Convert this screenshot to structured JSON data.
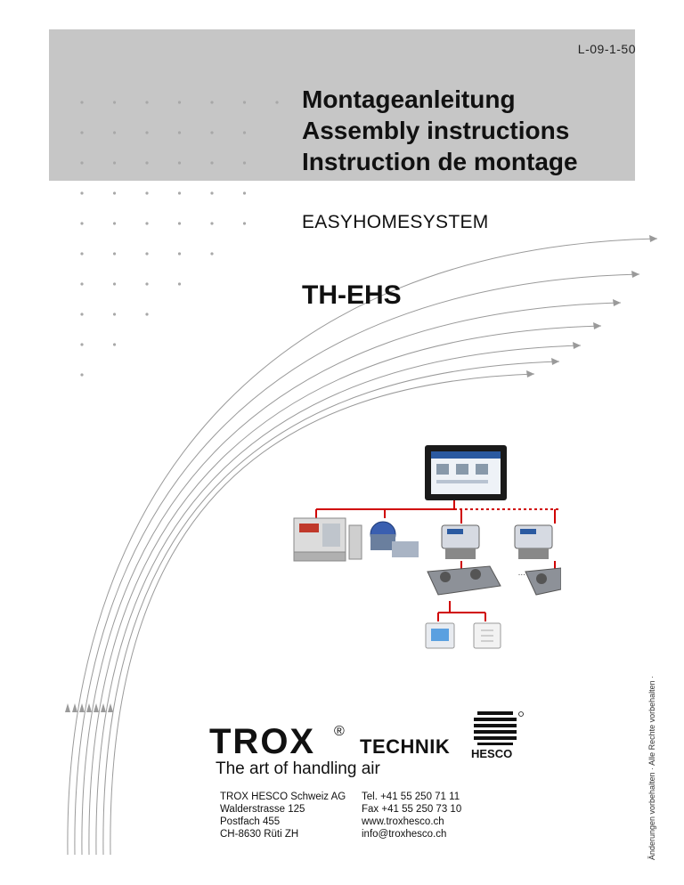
{
  "header": {
    "doc_number": "L-09-1-50",
    "titles": [
      "Montageanleitung",
      "Assembly instructions",
      "Instruction de montage"
    ]
  },
  "system_name": "EASYHOMESYSTEM",
  "product_code": "TH-EHS",
  "diagram": {
    "ellipsis": "..."
  },
  "brand": {
    "name": "TROX",
    "registered": "®",
    "suffix": "TECHNIK",
    "tagline": "The art of handling air",
    "partner": "HESCO"
  },
  "address": [
    "TROX HESCO Schweiz AG",
    "Walderstrasse 125",
    "Postfach 455",
    "CH-8630 Rüti ZH"
  ],
  "contact": [
    "Tel. +41 55 250 71 11",
    "Fax +41 55 250 73 10",
    "www.troxhesco.ch",
    "info@troxhesco.ch"
  ],
  "side_note": "Änderungen vorbehalten · Alle Rechte vorbehalten ·",
  "colors": {
    "band": "#c6c6c6",
    "arc": "#9a9a9a",
    "dot": "#a8a8a8",
    "red_line": "#d00000"
  }
}
